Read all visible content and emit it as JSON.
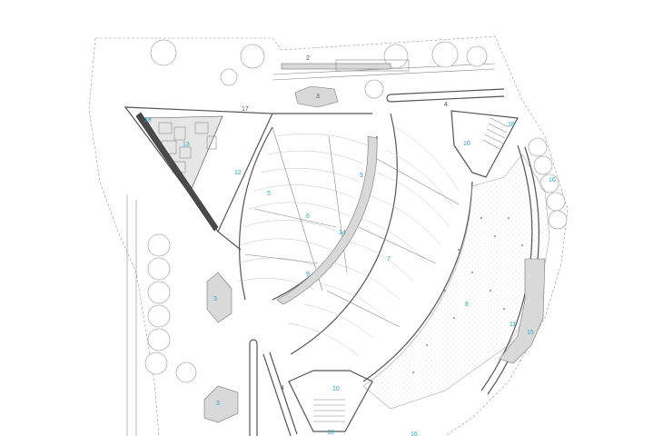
{
  "labels": {
    "l1": "2",
    "l2": "3",
    "l3": "4",
    "l4": "10",
    "l5": "18",
    "l6": "18",
    "l7": "13",
    "l8": "17",
    "l9": "12",
    "l10": "5",
    "l11": "6",
    "l12": "9",
    "l13": "14",
    "l14": "9",
    "l15": "7",
    "l16": "16",
    "l17": "8",
    "l18": "11",
    "l19": "15",
    "l20": "3",
    "l21": "4",
    "l22": "10",
    "l23": "3",
    "l24": "18",
    "l25": "16"
  },
  "colors": {
    "label": "#2aa6c8",
    "wall": "#555555",
    "seating": "#c4c4c4"
  }
}
